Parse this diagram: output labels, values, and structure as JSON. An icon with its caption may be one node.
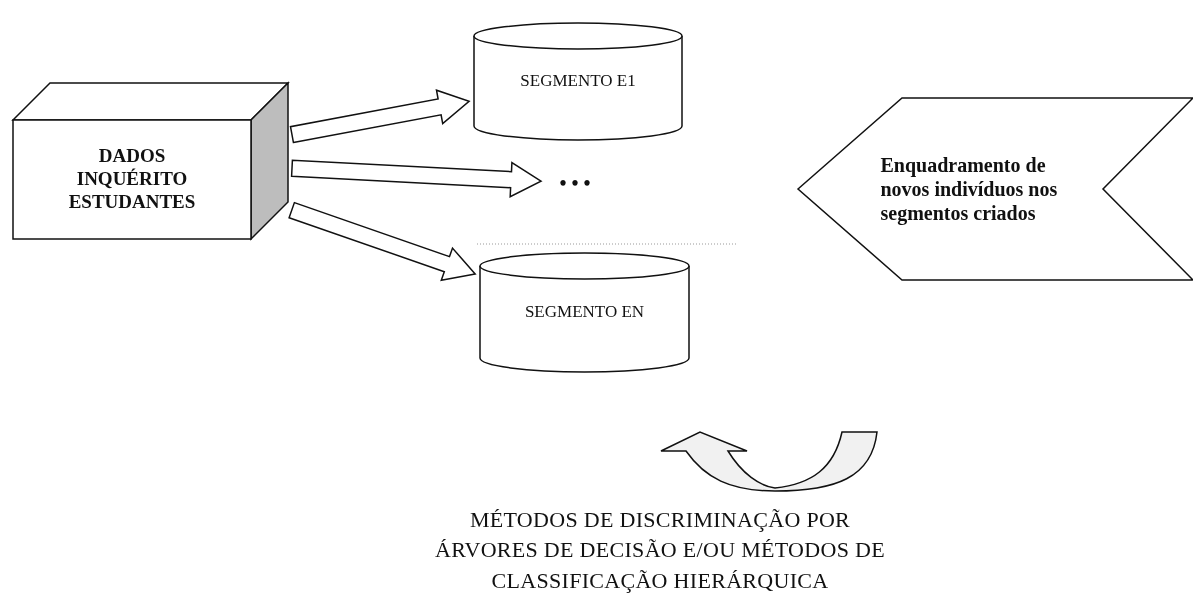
{
  "diagram": {
    "nodes": [
      {
        "text": [
          "DADOS INQUÉRITO ESTUDANTES"
        ]
      },
      {
        "text": [
          "SEGMENTO E1"
        ]
      },
      {
        "text": [
          "• • •"
        ]
      },
      {
        "text": [
          "SEGMENTO EN"
        ]
      },
      {
        "text": [
          "Enquadramento de novos indivíduos nos segmentos criados"
        ]
      }
    ],
    "edges": [
      {
        "from": 0,
        "to": 1,
        "arrow": "to"
      },
      {
        "from": 0,
        "to": 2,
        "arrow": "to"
      },
      {
        "from": 0,
        "to": 3,
        "arrow": "to"
      }
    ],
    "labels": [
      "MÉTODOS DE DISCRIMINAÇÃO POR ÁRVORES DE DECISÃO E/OU MÉTODOS DE CLASSIFICAÇÃO HIERÁRQUICA"
    ]
  }
}
